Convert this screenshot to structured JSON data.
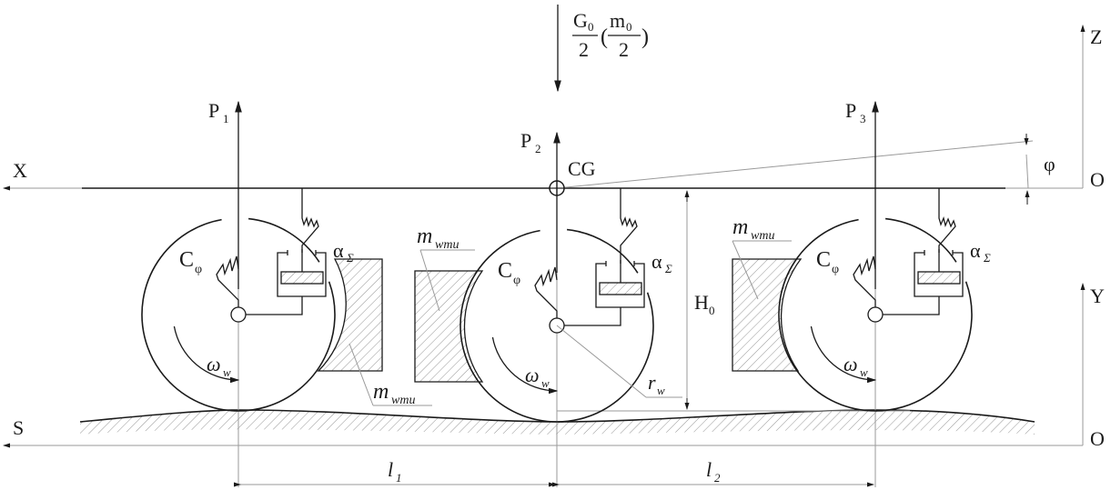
{
  "diagram": {
    "type": "three-axle vehicle half-model dynamic scheme",
    "load_label": {
      "numerator_G": "G",
      "G_sub": "0",
      "denominator": "2",
      "numerator_m": "m",
      "m_sub": "0"
    },
    "axes": {
      "x": "X",
      "z": "Z",
      "y": "Y",
      "s": "S",
      "origin_top": "O",
      "origin_bottom": "O"
    },
    "forces": [
      {
        "symbol": "P",
        "sub": "1"
      },
      {
        "symbol": "P",
        "sub": "2"
      },
      {
        "symbol": "P",
        "sub": "3"
      }
    ],
    "cg_label": "CG",
    "pitch_angle": "φ",
    "height_label": {
      "symbol": "H",
      "sub": "0"
    },
    "wheel_radius_label": {
      "symbol": "r",
      "sub": "w"
    },
    "wheel_speed_label": {
      "symbol": "ω",
      "sub": "w"
    },
    "stiffness_label": {
      "symbol": "C",
      "sub": "φ"
    },
    "damping_label": {
      "symbol": "α",
      "sub": "Σ"
    },
    "unsprung_mass_label": {
      "symbol": "m",
      "sub": "wmu"
    },
    "wheelbase": [
      {
        "symbol": "l",
        "sub": "1"
      },
      {
        "symbol": "l",
        "sub": "2"
      }
    ]
  }
}
